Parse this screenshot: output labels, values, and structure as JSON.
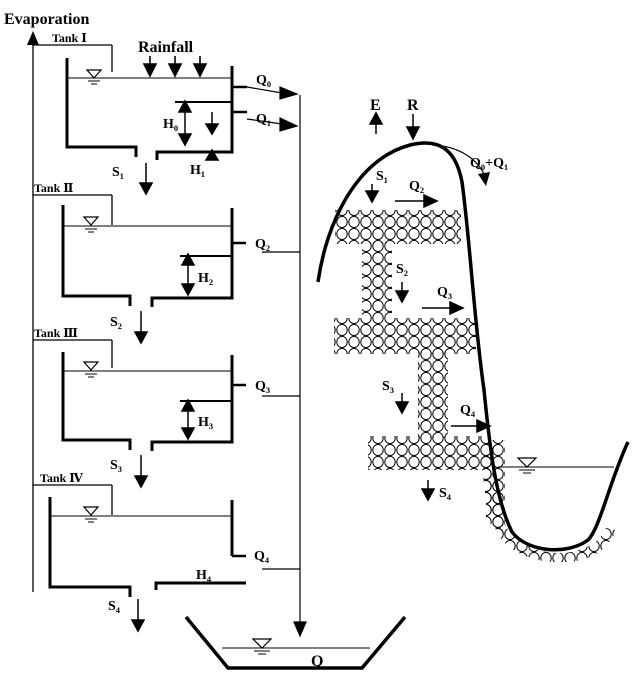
{
  "labels": {
    "evaporation": "Evaporation",
    "rainfall": "Rainfall",
    "tank1": "Tank Ⅰ",
    "tank2": "Tank Ⅱ",
    "tank3": "Tank Ⅲ",
    "tank4": "Tank Ⅳ",
    "q0": "Q₀",
    "q1": "Q₁",
    "q2": "Q₂",
    "q3": "Q₃",
    "q4": "Q₄",
    "q_total": "Q",
    "h0": "H₀",
    "h1": "H₁",
    "h2": "H₂",
    "h3": "H₃",
    "h4": "H₄",
    "s1": "S₁",
    "s2": "S₂",
    "s3": "S₃",
    "s4": "S₄",
    "e": "E",
    "r": "R",
    "q0q1": "Q₀+Q₁",
    "slope_s1": "S₁",
    "slope_s2": "S₂",
    "slope_s3": "S₃",
    "slope_s4": "S₄",
    "slope_q2": "Q₂",
    "slope_q3": "Q₃",
    "slope_q4": "Q₄"
  }
}
